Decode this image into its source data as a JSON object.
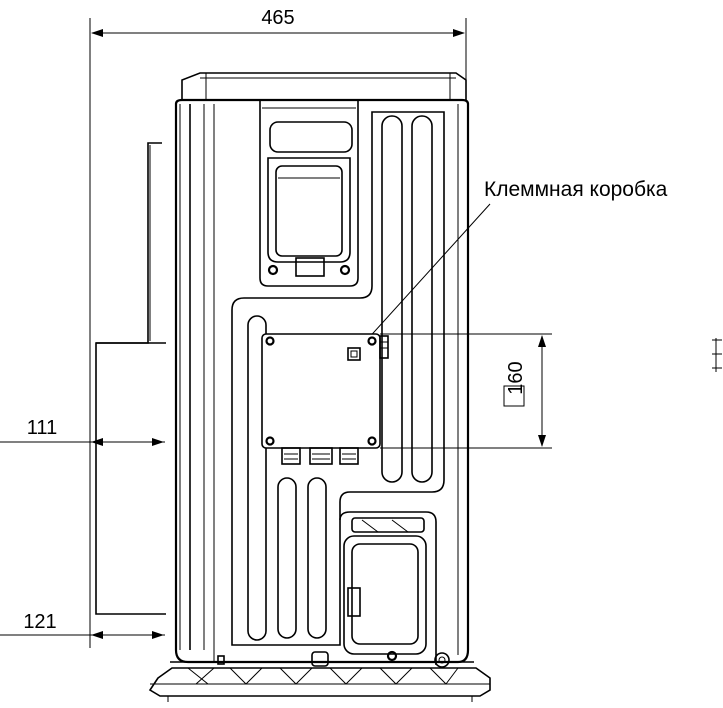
{
  "dimensions": {
    "width_top": "465",
    "depth_upper": "111",
    "depth_lower": "121",
    "box_size": "160",
    "box_symbol": "□"
  },
  "callouts": {
    "terminal_box": "Клеммная коробка"
  },
  "colors": {
    "line": "#000000",
    "background": "#ffffff"
  }
}
